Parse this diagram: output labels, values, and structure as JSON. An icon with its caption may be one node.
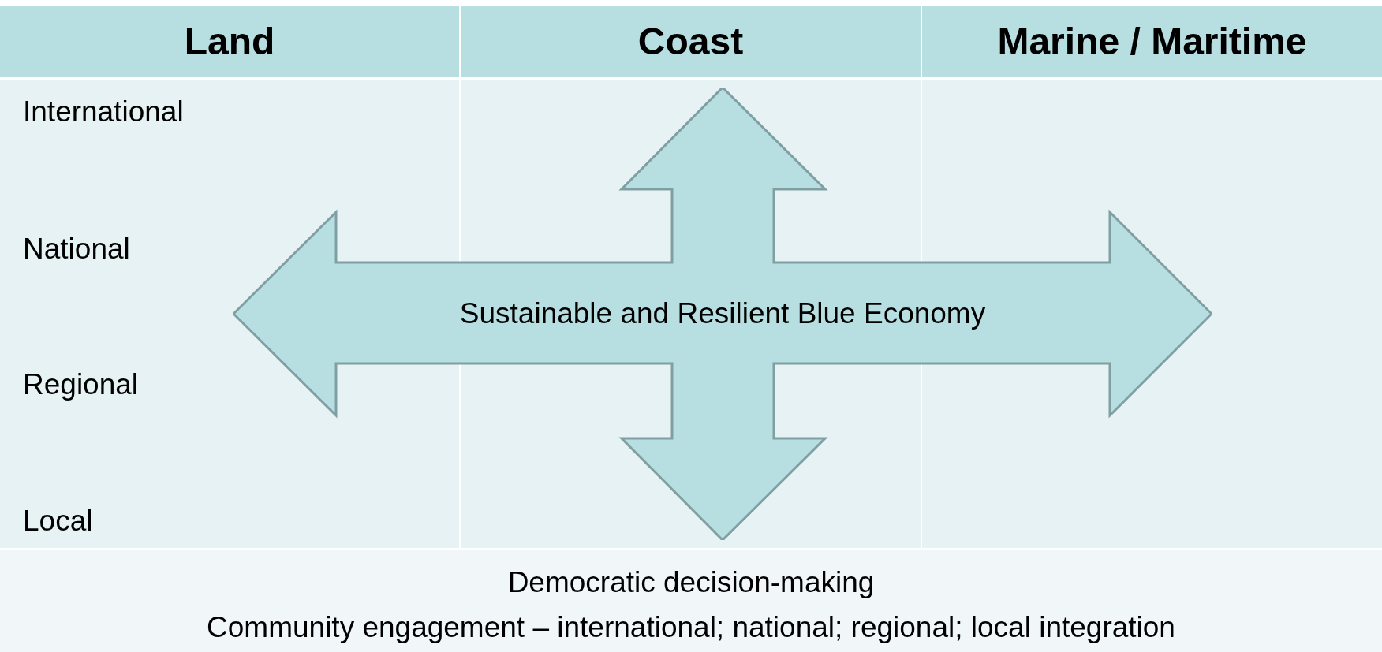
{
  "diagram": {
    "nodes": [
      {
        "text": [
          "Sustainable and Resilient Blue Economy"
        ]
      }
    ],
    "labels": [
      "Land",
      "Coast",
      "Marine / Maritime",
      "International",
      "National",
      "Regional",
      "Local",
      "Democratic decision-making",
      "Community engagement – international; national; regional; local integration"
    ]
  }
}
